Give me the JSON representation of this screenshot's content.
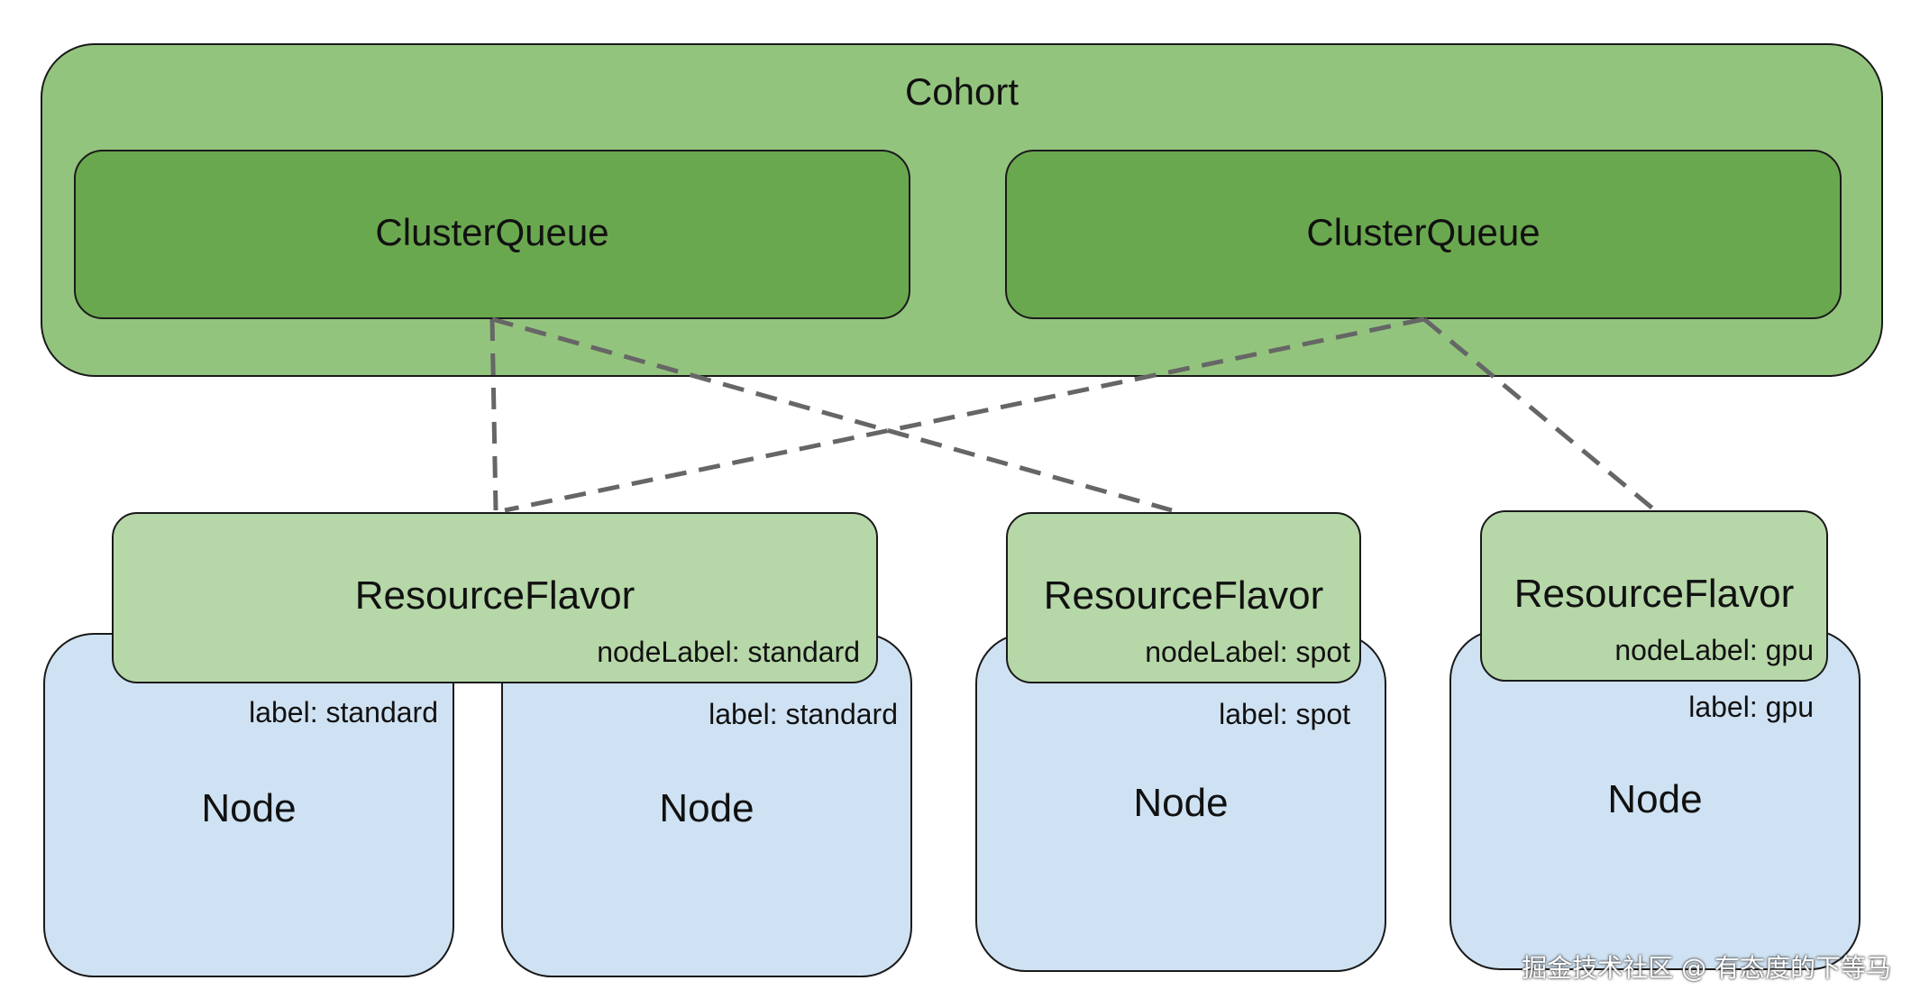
{
  "cohort": {
    "label": "Cohort"
  },
  "cluster_queues": [
    {
      "label": "ClusterQueue"
    },
    {
      "label": "ClusterQueue"
    }
  ],
  "resource_flavors": [
    {
      "label": "ResourceFlavor",
      "node_label": "nodeLabel: standard"
    },
    {
      "label": "ResourceFlavor",
      "node_label": "nodeLabel: spot"
    },
    {
      "label": "ResourceFlavor",
      "node_label": "nodeLabel: gpu"
    }
  ],
  "nodes": [
    {
      "label": "Node",
      "node_label": "label: standard"
    },
    {
      "label": "Node",
      "node_label": "label: standard"
    },
    {
      "label": "Node",
      "node_label": "label: spot"
    },
    {
      "label": "Node",
      "node_label": "label: gpu"
    }
  ],
  "watermark": "掘金技术社区 @ 有态度的下等马",
  "colors": {
    "cohort": "#93c47d",
    "cluster_queue": "#6aa84f",
    "resource_flavor": "#b6d7a8",
    "node": "#cfe2f3",
    "connector": "#666666"
  }
}
